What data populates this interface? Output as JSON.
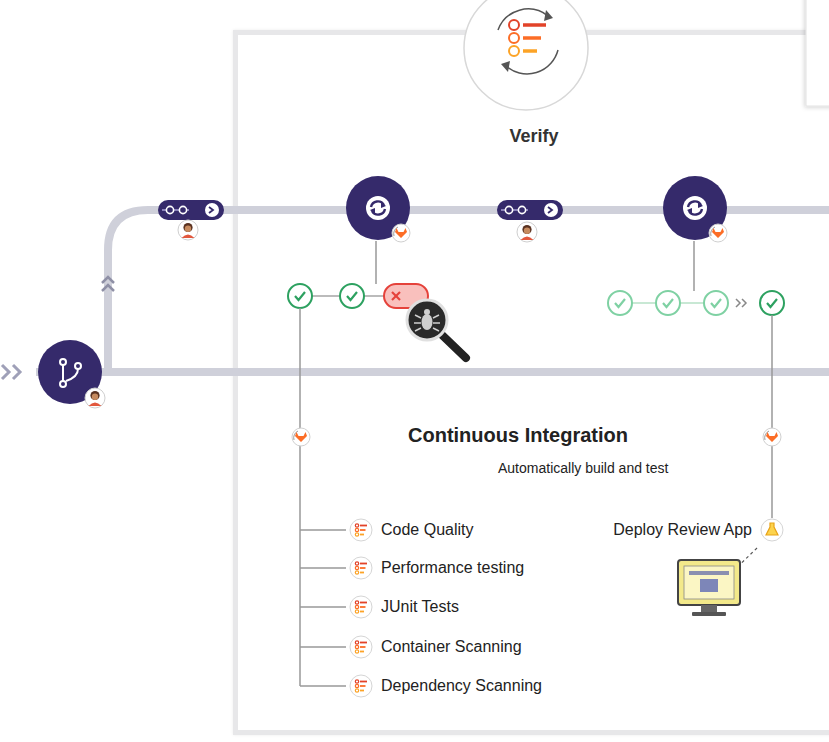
{
  "diagram": {
    "nodes": [
      {
        "text": [
          "Verify"
        ]
      },
      {
        "text": [
          "Code Quality"
        ],
        "in": 0
      },
      {
        "text": [
          "Performance testing"
        ],
        "in": 0
      },
      {
        "text": [
          "JUnit Tests"
        ],
        "in": 0
      },
      {
        "text": [
          "Container Scanning"
        ],
        "in": 0
      },
      {
        "text": [
          "Dependency Scanning"
        ],
        "in": 0
      },
      {
        "text": [
          "Deploy Review App"
        ],
        "in": 0
      }
    ],
    "labels": [
      "Continuous Integration",
      "Automatically build and test"
    ]
  }
}
